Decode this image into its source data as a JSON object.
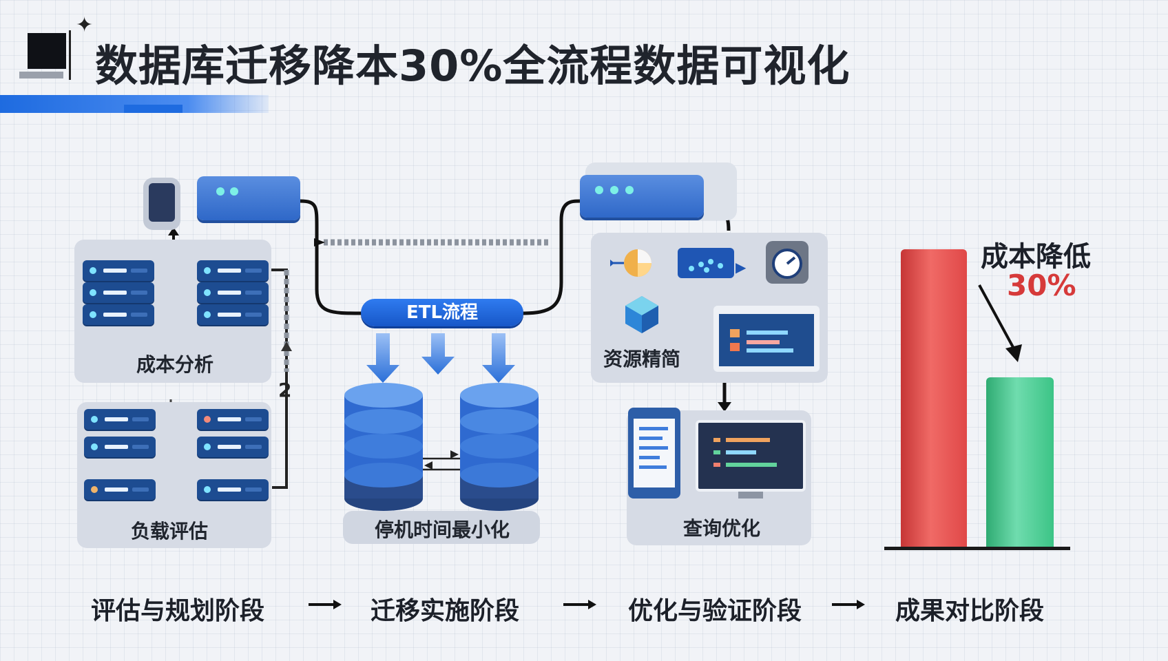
{
  "title": "数据库迁移降本30%全流程数据可视化",
  "panels": {
    "cost_analysis": "成本分析",
    "load_assessment": "负载评估",
    "etl": "ETL流程",
    "downtime": "停机时间最小化",
    "resource_streamlining": "资源精简",
    "query_optimization": "查询优化"
  },
  "step_marker": "2",
  "stages": [
    "评估与规划阶段",
    "迁移实施阶段",
    "优化与验证阶段",
    "成果对比阶段"
  ],
  "result": {
    "label": "成本降低",
    "percent": "30%",
    "reduction_fraction": 0.3,
    "colors": {
      "before": "#e8504c",
      "after": "#4fcf93"
    }
  },
  "colors": {
    "accent": "#1e6be0",
    "server": "#1d4c91",
    "panel": "#d6dbe5"
  },
  "icons": [
    "monitor-icon",
    "server-icon",
    "database-icon",
    "gauge-icon",
    "cube-icon",
    "code-window-icon",
    "arrow-icon"
  ]
}
